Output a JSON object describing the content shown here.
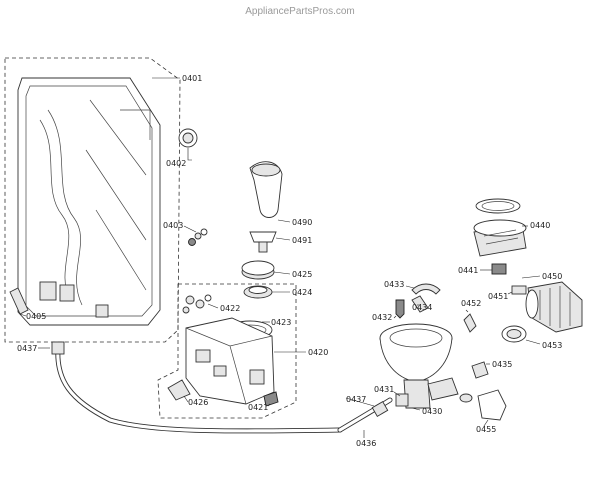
{
  "watermark": "AppliancePartsPros.com",
  "part_labels": {
    "p0401": "0401",
    "p0402": "0402",
    "p0403": "0403",
    "p0405": "0405",
    "p0437": "0437",
    "p0490": "0490",
    "p0491": "0491",
    "p0425": "0425",
    "p0424": "0424",
    "p0422": "0422",
    "p0423": "0423",
    "p0420": "0420",
    "p0426": "0426",
    "p0421": "0421",
    "p0433": "0433",
    "p0434": "0434",
    "p0432": "0432",
    "p0452": "0452",
    "p0440": "0440",
    "p0441": "0441",
    "p0450": "0450",
    "p0451": "0451",
    "p0453": "0453",
    "p0435": "0435",
    "p0431": "0431",
    "p0437b": "0437",
    "p0430": "0430",
    "p0436": "0436",
    "p0455": "0455"
  }
}
